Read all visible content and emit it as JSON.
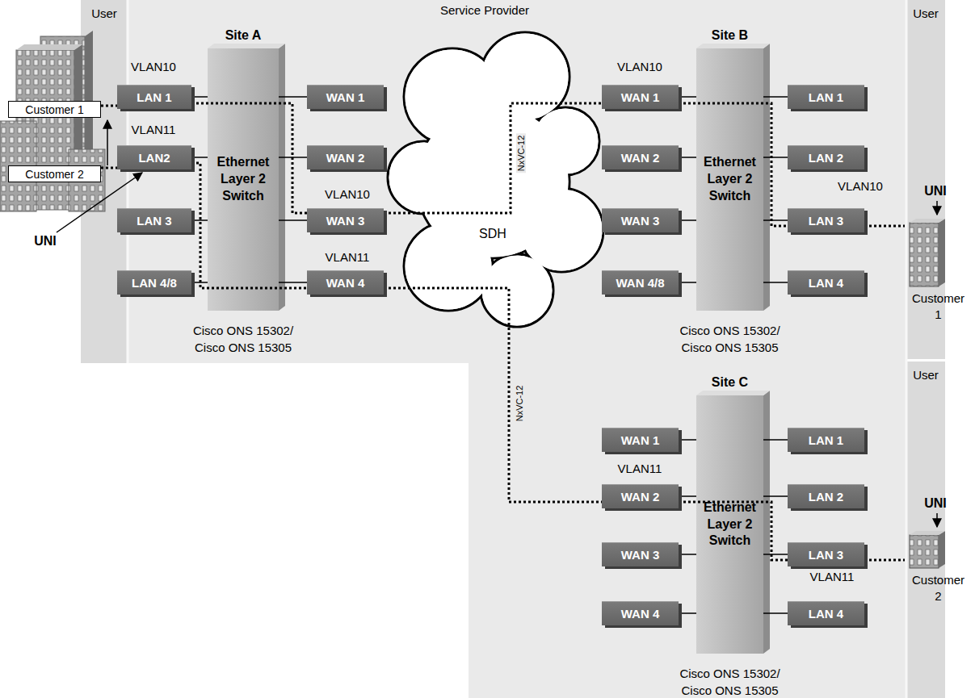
{
  "diagram": {
    "nodes": [
      {
        "text": [
          "User"
        ]
      },
      {
        "text": [
          "Service Provider"
        ]
      },
      {
        "text": [
          "User"
        ]
      },
      {
        "text": [
          "User"
        ]
      },
      {
        "text": [
          "Customer 1"
        ]
      },
      {
        "text": [
          "Customer 2"
        ]
      },
      {
        "text": [
          "Site A",
          "Ethernet Layer 2 Switch",
          "Cisco ONS 15302/ Cisco ONS 15305"
        ],
        "in": 1
      },
      {
        "text": [
          "LAN 1"
        ]
      },
      {
        "text": [
          "LAN2"
        ]
      },
      {
        "text": [
          "LAN 3"
        ]
      },
      {
        "text": [
          "LAN 4/8"
        ]
      },
      {
        "text": [
          "WAN 1"
        ],
        "in": 1
      },
      {
        "text": [
          "WAN 2"
        ],
        "in": 1
      },
      {
        "text": [
          "WAN 3"
        ],
        "in": 1
      },
      {
        "text": [
          "WAN 4"
        ],
        "in": 1
      },
      {
        "text": [
          "SDH"
        ],
        "in": 1
      },
      {
        "text": [
          "Site B",
          "Ethernet Layer 2 Switch",
          "Cisco ONS 15302/ Cisco ONS 15305"
        ],
        "in": 1
      },
      {
        "text": [
          "WAN 1"
        ],
        "in": 1
      },
      {
        "text": [
          "WAN 2"
        ],
        "in": 1
      },
      {
        "text": [
          "WAN 3"
        ],
        "in": 1
      },
      {
        "text": [
          "WAN 4/8"
        ],
        "in": 1
      },
      {
        "text": [
          "LAN 1"
        ],
        "in": 1
      },
      {
        "text": [
          "LAN 2"
        ],
        "in": 1
      },
      {
        "text": [
          "LAN 3"
        ],
        "in": 1
      },
      {
        "text": [
          "LAN 4"
        ],
        "in": 1
      },
      {
        "text": [
          "Customer 1"
        ],
        "in": 2
      },
      {
        "text": [
          "Site C",
          "Ethernet Layer 2 Switch",
          "Cisco ONS 15302/ Cisco ONS 15305"
        ]
      },
      {
        "text": [
          "WAN 1"
        ]
      },
      {
        "text": [
          "WAN 2"
        ]
      },
      {
        "text": [
          "WAN 3"
        ]
      },
      {
        "text": [
          "WAN 4"
        ]
      },
      {
        "text": [
          "LAN 1"
        ]
      },
      {
        "text": [
          "LAN 2"
        ]
      },
      {
        "text": [
          "LAN 3"
        ]
      },
      {
        "text": [
          "LAN 4"
        ]
      },
      {
        "text": [
          "Customer 2"
        ],
        "in": 3
      }
    ],
    "edges": [
      {
        "from": 4,
        "to": 7,
        "arrow": "none"
      },
      {
        "from": 7,
        "to": 13,
        "arrow": "none"
      },
      {
        "from": 13,
        "to": 17,
        "label": "NxVC-12",
        "arrow": "none"
      },
      {
        "from": 17,
        "to": 23,
        "arrow": "none"
      },
      {
        "from": 23,
        "to": 25,
        "arrow": "none"
      },
      {
        "from": 5,
        "to": 8,
        "arrow": "none"
      },
      {
        "from": 8,
        "to": 14,
        "arrow": "none"
      },
      {
        "from": 14,
        "to": 28,
        "label": "NxVC-12",
        "arrow": "none"
      },
      {
        "from": 28,
        "to": 33,
        "arrow": "none"
      },
      {
        "from": 33,
        "to": 35,
        "arrow": "none"
      },
      {
        "from": 7,
        "to": 6,
        "arrow": "none"
      },
      {
        "from": 8,
        "to": 6,
        "arrow": "none"
      },
      {
        "from": 9,
        "to": 6,
        "arrow": "none"
      },
      {
        "from": 10,
        "to": 6,
        "arrow": "none"
      },
      {
        "from": 11,
        "to": 6,
        "arrow": "none"
      },
      {
        "from": 12,
        "to": 6,
        "arrow": "none"
      },
      {
        "from": 13,
        "to": 6,
        "arrow": "none"
      },
      {
        "from": 14,
        "to": 6,
        "arrow": "none"
      },
      {
        "from": 17,
        "to": 16,
        "arrow": "none"
      },
      {
        "from": 18,
        "to": 16,
        "arrow": "none"
      },
      {
        "from": 19,
        "to": 16,
        "arrow": "none"
      },
      {
        "from": 20,
        "to": 16,
        "arrow": "none"
      },
      {
        "from": 21,
        "to": 16,
        "arrow": "none"
      },
      {
        "from": 22,
        "to": 16,
        "arrow": "none"
      },
      {
        "from": 23,
        "to": 16,
        "arrow": "none"
      },
      {
        "from": 24,
        "to": 16,
        "arrow": "none"
      },
      {
        "from": 27,
        "to": 26,
        "arrow": "none"
      },
      {
        "from": 28,
        "to": 26,
        "arrow": "none"
      },
      {
        "from": 29,
        "to": 26,
        "arrow": "none"
      },
      {
        "from": 30,
        "to": 26,
        "arrow": "none"
      },
      {
        "from": 31,
        "to": 26,
        "arrow": "none"
      },
      {
        "from": 32,
        "to": 26,
        "arrow": "none"
      },
      {
        "from": 33,
        "to": 26,
        "arrow": "none"
      },
      {
        "from": 34,
        "to": 26,
        "arrow": "none"
      }
    ],
    "labels": [
      "VLAN10",
      "VLAN11",
      "VLAN10",
      "VLAN11",
      "UNI",
      "VLAN10",
      "UNI",
      "VLAN10",
      "VLAN11",
      "UNI",
      "VLAN11"
    ]
  }
}
